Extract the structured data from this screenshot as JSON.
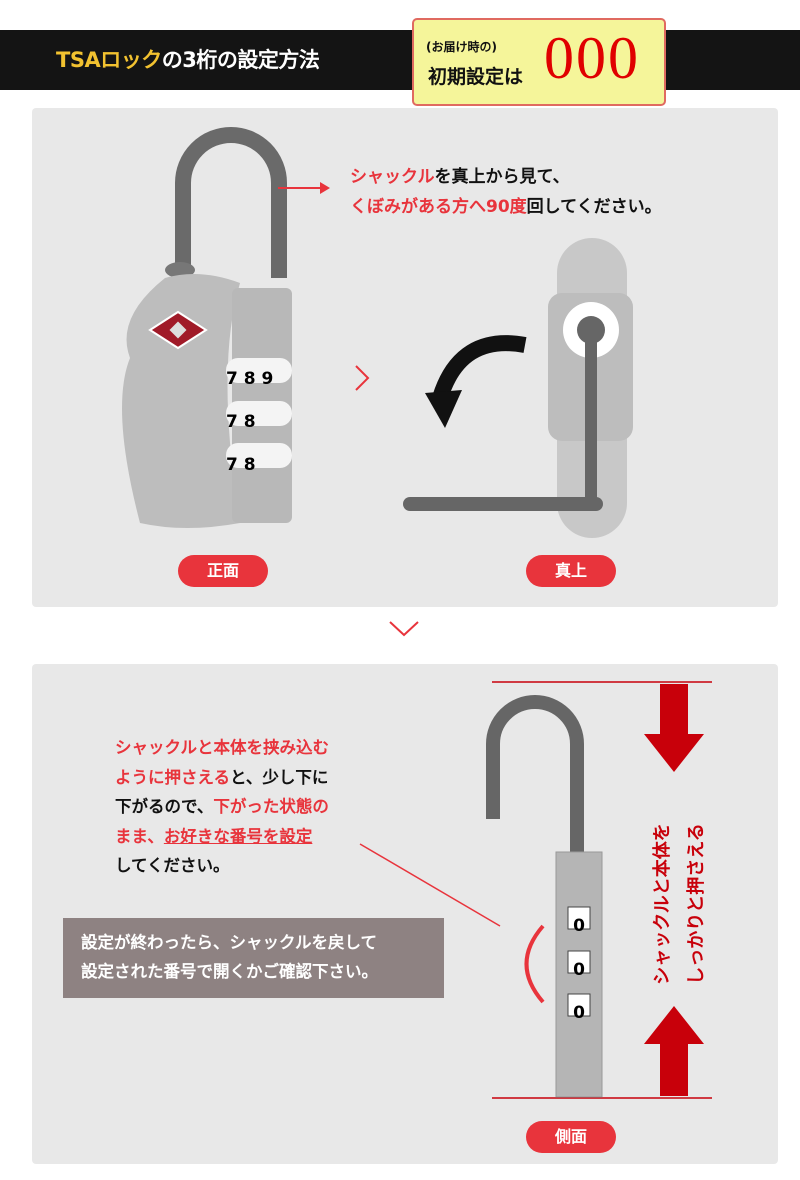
{
  "header": {
    "title_accent": "TSAロック",
    "title_rest": "の3桁の設定方法"
  },
  "initial_badge": {
    "small": "(お届け時の)",
    "main": "初期設定は",
    "code": "000"
  },
  "step1": {
    "line1": {
      "red": "シャックル",
      "black": "を真上から見て、"
    },
    "line2": {
      "red": "くぼみがある方へ90度",
      "black": "回してください。"
    },
    "front_label": "正面",
    "top_label": "真上",
    "dial_digits": [
      "7",
      "8",
      "9"
    ]
  },
  "step2": {
    "lines": [
      {
        "red": "シャックルと本体を挟み込む"
      },
      {
        "red": "ように押さえる",
        "black": "と、少し下に"
      },
      {
        "black": "下がるので、",
        "red": "下がった状態の"
      },
      {
        "red": "まま、",
        "red_underline": "お好きな番号を設定"
      },
      {
        "black": "してください。"
      }
    ],
    "note_line1": "設定が終わったら、シャックルを戻して",
    "note_line2": "設定された番号で開くかご確認下さい。",
    "vertical_line1": "シャックルと本体を",
    "vertical_line2": "しっかりと押さえる",
    "side_label": "側面",
    "side_digits": [
      "0",
      "0",
      "0"
    ]
  },
  "colors": {
    "accent_red": "#e8343c",
    "yellow": "#f2c230",
    "dark_red": "#c8000a"
  }
}
